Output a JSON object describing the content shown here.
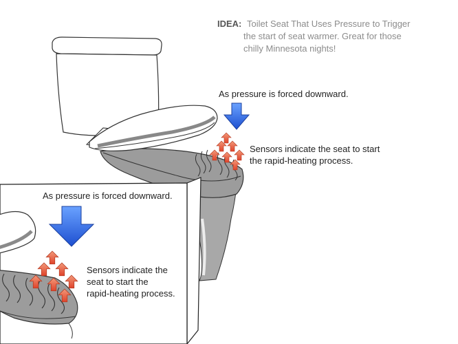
{
  "idea": {
    "label": "IDEA:",
    "line1": "Toilet Seat That Uses Pressure to Trigger",
    "line2": "the start of seat warmer. Great for those",
    "line3": "chilly Minnesota nights!"
  },
  "main_labels": {
    "pressure": "As pressure is forced downward.",
    "sensors_line1": "Sensors indicate the seat to start",
    "sensors_line2": "the rapid-heating process."
  },
  "inset_labels": {
    "pressure": "As pressure is forced downward.",
    "sensors_line1": "Sensors indicate the",
    "sensors_line2": "seat to start the",
    "sensors_line3": "rapid-heating process."
  },
  "colors": {
    "pressure_arrow": "#2f6fe8",
    "heat_arrow": "#e8573a",
    "seat_gray": "#a8a8a8",
    "outline": "#222222"
  },
  "icons": {
    "pressure": "down-arrow-icon",
    "heat": "up-arrow-icon"
  }
}
